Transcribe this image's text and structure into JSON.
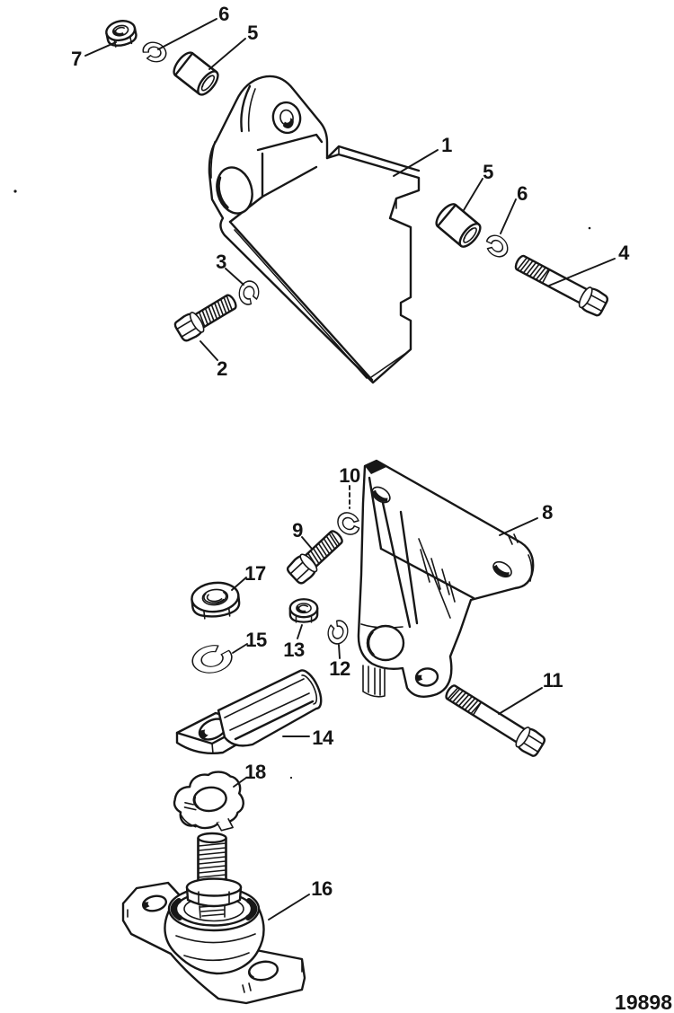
{
  "figure": {
    "part_number": "19898"
  },
  "colors": {
    "ink": "#171717",
    "paper": "#ffffff"
  },
  "callouts": {
    "c1": "1",
    "c2": "2",
    "c3": "3",
    "c4": "4",
    "c5a": "5",
    "c5b": "5",
    "c6a": "6",
    "c6b": "6",
    "c7": "7",
    "c8": "8",
    "c9": "9",
    "c10": "10",
    "c11": "11",
    "c12": "12",
    "c13": "13",
    "c14": "14",
    "c15": "15",
    "c16": "16",
    "c17": "17",
    "c18": "18"
  }
}
